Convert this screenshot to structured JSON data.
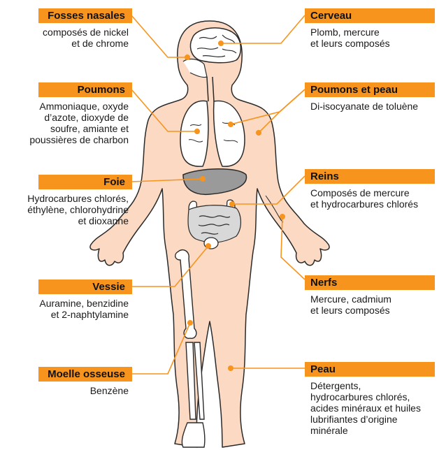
{
  "accent": "#f7941d",
  "skin": "#fbd9c2",
  "labels": [
    {
      "id": "fosses",
      "title": "Fosses nasales",
      "text": "composés de nickel\net de chrome"
    },
    {
      "id": "cerveau",
      "title": "Cerveau",
      "text": "Plomb, mercure\net leurs composés"
    },
    {
      "id": "poumons",
      "title": "Poumons",
      "text": "Ammoniaque, oxyde\nd’azote, dioxyde de\nsoufre, amiante et\npoussières de charbon"
    },
    {
      "id": "poumonspeau",
      "title": "Poumons et peau",
      "text": "Di-isocyanate de toluène"
    },
    {
      "id": "foie",
      "title": "Foie",
      "text": "Hydrocarbures chlorés,\néthylène, chlorohydrine\net dioxanne"
    },
    {
      "id": "reins",
      "title": "Reins",
      "text": "Composés de mercure\net hydrocarbures chlorés"
    },
    {
      "id": "nerfs",
      "title": "Nerfs",
      "text": "Mercure, cadmium\net leurs composés"
    },
    {
      "id": "vessie",
      "title": "Vessie",
      "text": "Auramine, benzidine\net 2-naphtylamine"
    },
    {
      "id": "moelle",
      "title": "Moelle osseuse",
      "text": "Benzène"
    },
    {
      "id": "peau",
      "title": "Peau",
      "text": "Détergents,\nhydrocarbures chlorés,\nacides minéraux et huiles\nlubrifiantes d’origine\nminérale"
    }
  ]
}
